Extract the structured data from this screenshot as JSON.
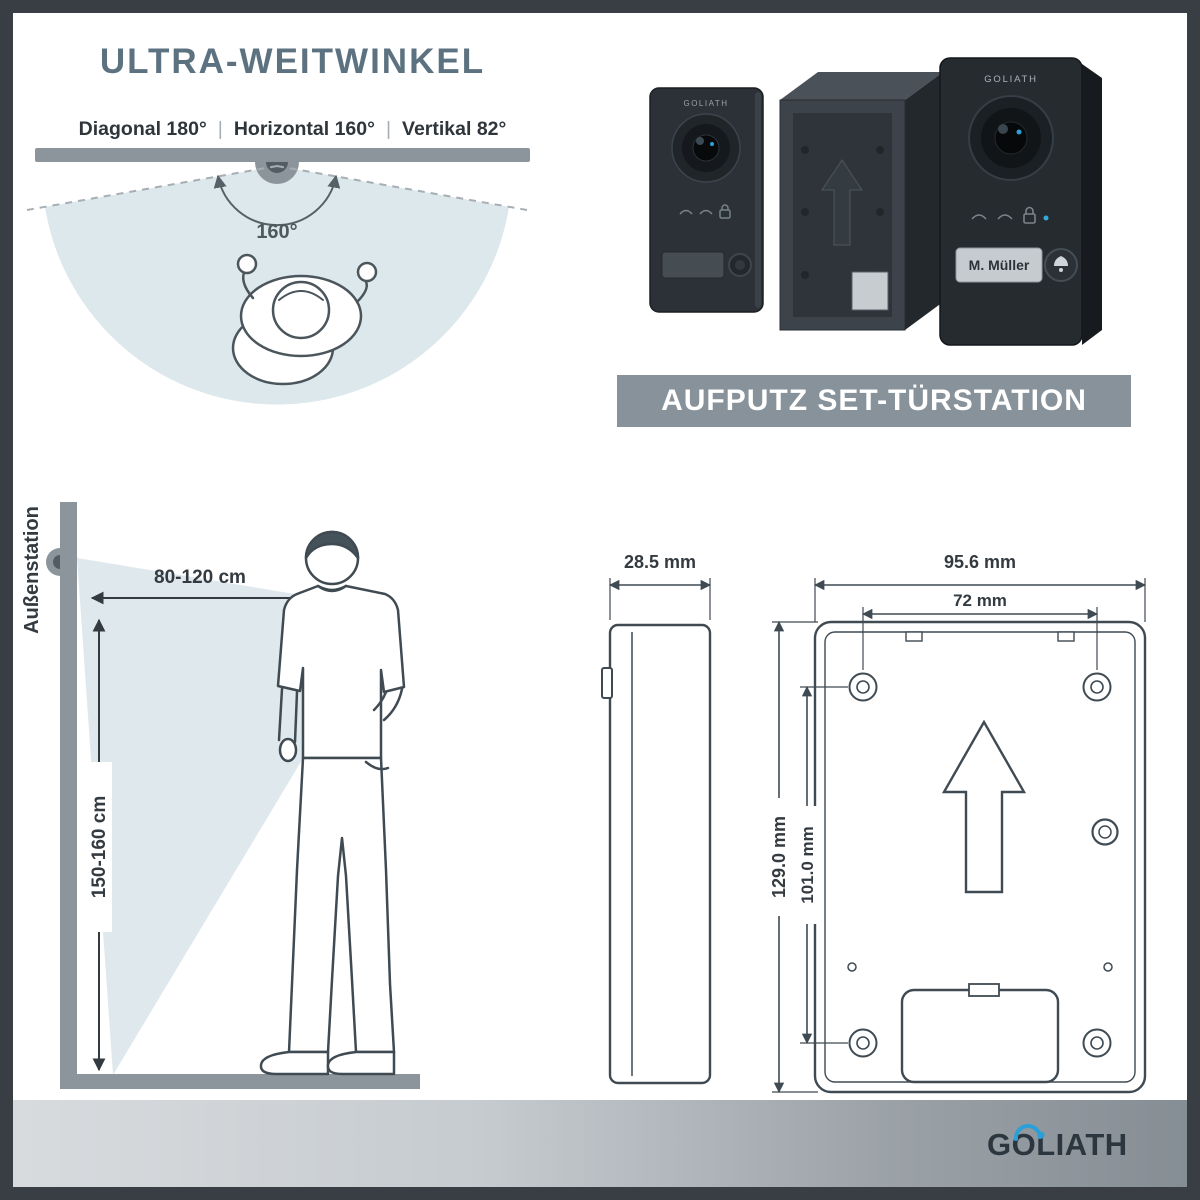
{
  "brand": "GOLIATH",
  "wide_angle": {
    "title": "ULTRA-WEITWINKEL",
    "specs": [
      "Diagonal 180°",
      "Horizontal 160°",
      "Vertikal 82°"
    ],
    "separator": "|",
    "fov_label": "160°"
  },
  "product": {
    "banner": "AUFPUTZ SET-TÜRSTATION",
    "brand_label": "GOLIATH",
    "nameplate": "M. Müller"
  },
  "mounting": {
    "station_label": "Außenstation",
    "distance_label": "80-120 cm",
    "height_label": "150-160 cm"
  },
  "dimensions": {
    "depth": "28.5 mm",
    "outer_width": "95.6 mm",
    "hole_spacing_width": "72 mm",
    "outer_height": "129.0 mm",
    "hole_spacing_height": "101.0 mm"
  },
  "footer": {
    "logo_text": "GOLIATH"
  },
  "colors": {
    "accent_blue": "#2ba0d8",
    "steel_gray": "#8b959b",
    "fov_fill": "#dde8ec",
    "ink": "#333b41",
    "frame": "#383e43",
    "banner_bg": "#87929a",
    "device_body": "#262b30"
  }
}
